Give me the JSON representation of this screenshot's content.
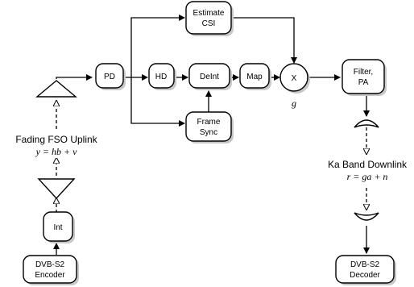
{
  "blocks": {
    "estimate_csi": [
      "Estimate",
      "CSI"
    ],
    "pd": "PD",
    "hd": "HD",
    "deint": "DeInt",
    "map": "Map",
    "mult": "X",
    "frame_sync": [
      "Frame",
      "Sync"
    ],
    "filter_pa": [
      "Filter,",
      "PA"
    ],
    "int": "Int",
    "encoder": [
      "DVB-S2",
      "Encoder"
    ],
    "decoder": [
      "DVB-S2",
      "Decoder"
    ]
  },
  "labels": {
    "g": "g",
    "uplink_title": "Fading FSO Uplink",
    "uplink_eq": "y = hb + v",
    "downlink_title": "Ka Band Downlink",
    "downlink_eq": "r = ga + n"
  }
}
